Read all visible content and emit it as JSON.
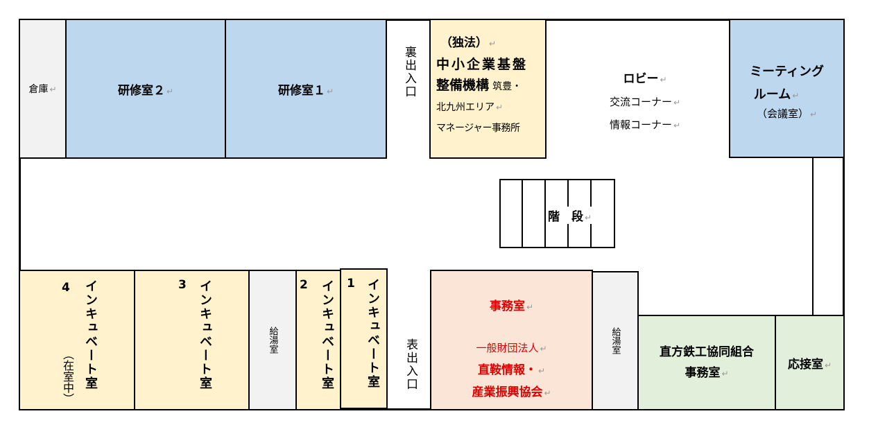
{
  "top": {
    "storage": "倉庫",
    "training2": "研修室２",
    "training1": "研修室１",
    "back_entrance": "裏出入口",
    "smrj": {
      "line1": "（独法）",
      "line2": "中小企業基盤",
      "line3a": "整備機構",
      "line3b": "筑豊・",
      "line4": "北九州エリア",
      "line5": "マネージャー事務所"
    },
    "lobby": {
      "title": "ロビー",
      "line2": "交流コーナー",
      "line3": "情報コーナー"
    },
    "meeting": {
      "line1": "ミーティング",
      "line2": "ルーム",
      "line3": "（会議室）"
    }
  },
  "stairs": "階　段",
  "bottom": {
    "inc4": {
      "num": "4",
      "name": "インキュベート室",
      "note": "（在室中）"
    },
    "inc3": {
      "num": "3",
      "name": "インキュベート室"
    },
    "kitchen1": "給湯室",
    "inc2": {
      "num": "2",
      "name": "インキュベート室"
    },
    "inc1": {
      "num": "1",
      "name": "インキュベート室"
    },
    "front_entrance": "表出入口",
    "office": {
      "title": "事務室",
      "line2": "一般財団法人",
      "line3": "直鞍情報・",
      "line4": "産業振興協会"
    },
    "kitchen2": "給湯室",
    "union": {
      "line1": "直方鉄工協同組合",
      "line2": "事務室"
    },
    "reception": "応接室"
  }
}
